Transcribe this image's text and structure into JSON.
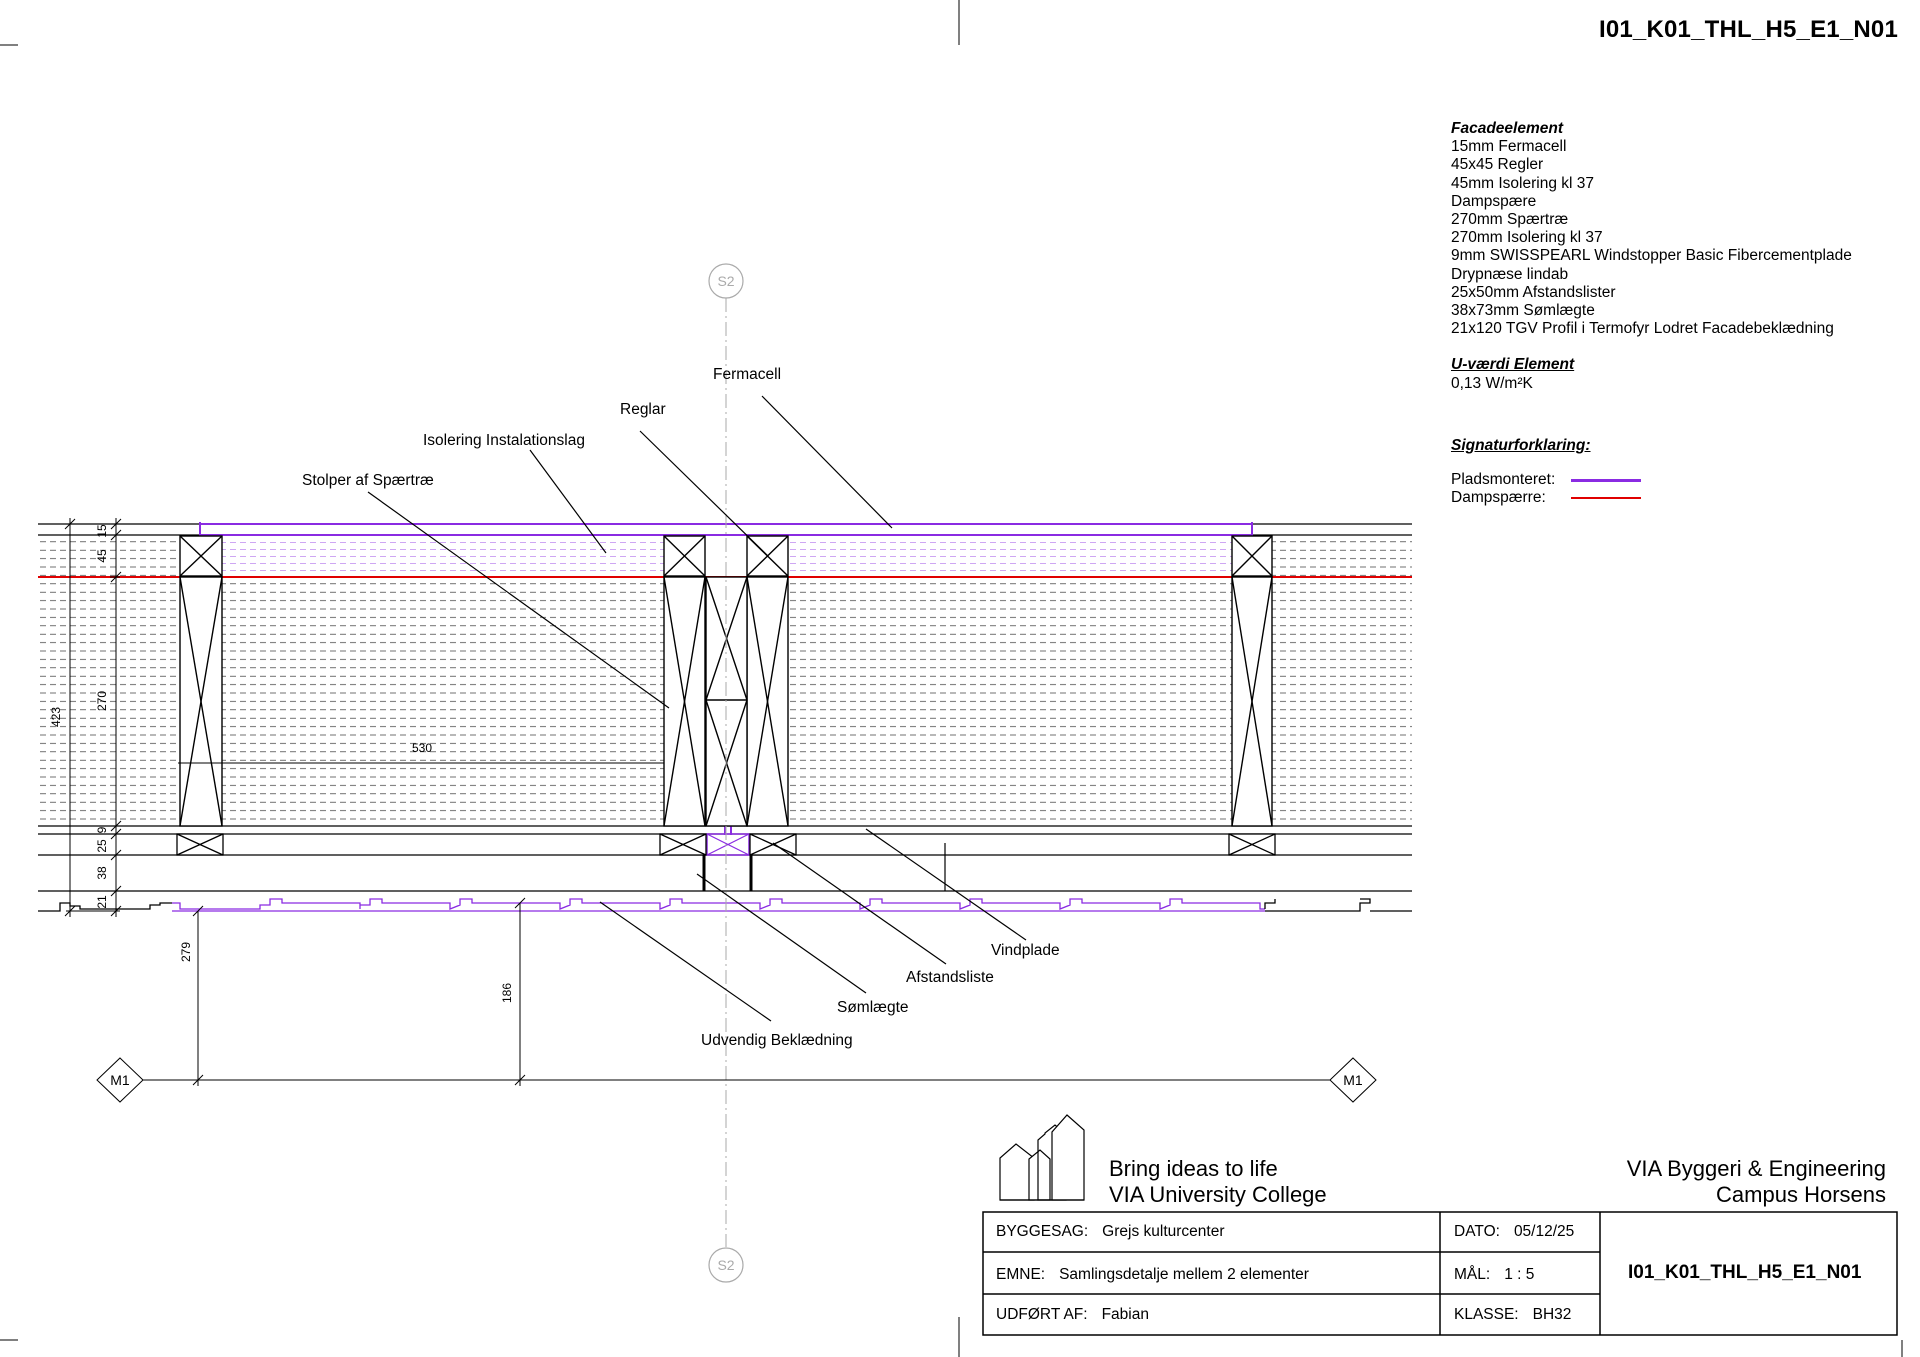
{
  "drawing_code": "I01_K01_THL_H5_E1_N01",
  "spec": {
    "element_heading": "Facadeelement",
    "element_layers": [
      "15mm Fermacell",
      "45x45 Regler",
      "45mm Isolering kl 37",
      "Dampspære",
      "270mm Spærtræ",
      "270mm Isolering kl 37",
      "9mm SWISSPEARL Windstopper Basic Fibercementplade",
      "Drypnæse lindab",
      "25x50mm Afstandslister",
      "38x73mm Sømlægte",
      "21x120 TGV Profil i Termofyr Lodret Facadebeklædning"
    ],
    "u_heading": "U-værdi Element",
    "u_value": "0,13 W/m²K",
    "legend_heading": "Signaturforklaring:",
    "legend": [
      {
        "label": "Pladsmonteret:",
        "color": "#8a2be2"
      },
      {
        "label": "Dampspærre:",
        "color": "#e00000"
      }
    ]
  },
  "labels": {
    "fermacell": "Fermacell",
    "reglar": "Reglar",
    "isolering": "Isolering Instalationslag",
    "stolper": "Stolper af Spærtræ",
    "vindplade": "Vindplade",
    "afstandsliste": "Afstandsliste",
    "somlaegte": "Sømlægte",
    "udvendig": "Udvendig Beklædning"
  },
  "dimensions": {
    "d15": "15",
    "d45": "45",
    "d270": "270",
    "d423": "423",
    "d25": "25",
    "d9": "9",
    "d38": "38",
    "d21": "21",
    "d279": "279",
    "d186": "186",
    "d530": "530"
  },
  "axes": {
    "s2": "S2",
    "m1": "M1"
  },
  "title_block": {
    "slogan1": "Bring ideas to life",
    "slogan2": "VIA University College",
    "org1": "VIA Byggeri & Engineering",
    "org2": "Campus Horsens",
    "byggesag_label": "BYGGESAG:",
    "byggesag": "Grejs kulturcenter",
    "emne_label": "EMNE:",
    "emne": "Samlingsdetalje mellem 2 elementer",
    "udfort_label": "UDFØRT AF:",
    "udfort": "Fabian",
    "dato_label": "DATO:",
    "dato": "05/12/25",
    "mal_label": "MÅL:",
    "mal": "1 : 5",
    "klasse_label": "KLASSE:",
    "klasse": "BH32",
    "code": "I01_K01_THL_H5_E1_N01"
  },
  "colors": {
    "site_mounted": "#8a2be2",
    "vapour_barrier": "#e00000"
  }
}
